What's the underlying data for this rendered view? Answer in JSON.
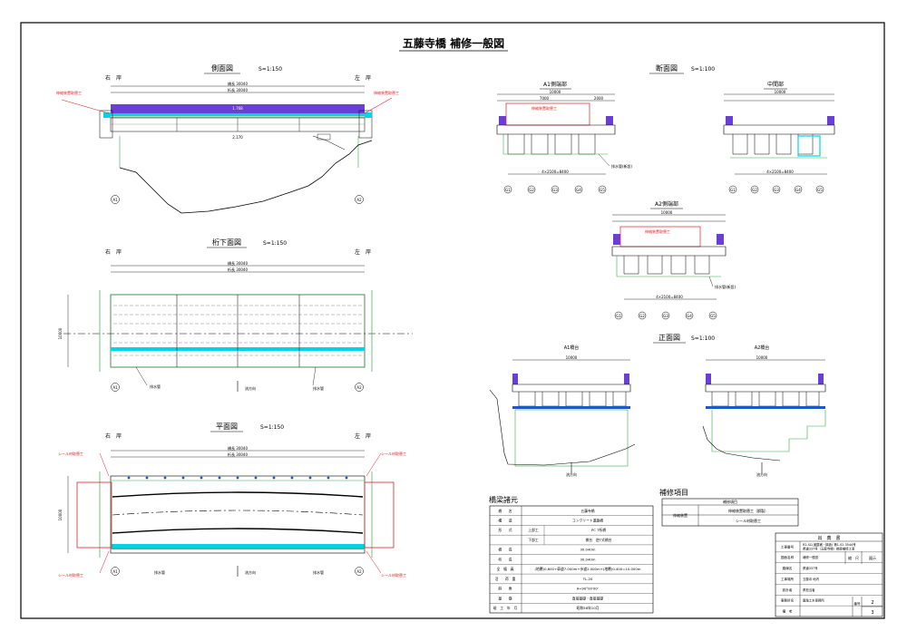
{
  "drawing": {
    "title": "五藤寺橋 補修一般図",
    "colors": {
      "deck": "#6a3fd6",
      "cyan": "#00d5e6",
      "red": "#e0202a",
      "green": "#3aa84a",
      "blue": "#1f57c8",
      "line": "#000000"
    },
    "side_view": {
      "title": "側面図",
      "scale": "S=1:150",
      "right_bank": "右　岸",
      "left_bank": "左　岸",
      "dim_total": "橋長 30040",
      "dim_girder": "桁長 30040",
      "slope_top": "1.768",
      "slope_bottom": "2.170",
      "note_left": "伸縮装置取替工",
      "note_right": "伸縮装置取替工",
      "pier_a1": "A1",
      "pier_a2": "A2"
    },
    "under_view": {
      "title": "桁下面図",
      "scale": "S=1:150",
      "right_bank": "右　岸",
      "left_bank": "左　岸",
      "dim_total": "橋長 30040",
      "dim_girder": "桁長 30040",
      "label_drain": "排水管",
      "label_flow": "流方向",
      "pier_a1": "A1",
      "pier_a2": "A2"
    },
    "plan_view": {
      "title": "平面図",
      "scale": "S=1:150",
      "right_bank": "右　岸",
      "left_bank": "左　岸",
      "dim_total": "橋長 30040",
      "dim_girder": "桁長 30040",
      "seal_l1": "シール材取替工",
      "seal_l2": "シール材取替工",
      "seal_r1": "シール材取替工",
      "seal_r2": "シール材取替工",
      "label_drain": "排水管",
      "label_flow": "流方向",
      "pier_a1": "A1",
      "pier_a2": "A2"
    },
    "section_view": {
      "title": "断面図",
      "scale": "S=1:100",
      "a1_title": "A1側端部",
      "mid_title": "中間部",
      "a2_title": "A2側端部",
      "dim_w": "10000",
      "dim_road": "7000",
      "dim_side": "2000",
      "repair_label": "伸縮装置取替工",
      "bottom_dim": "4×2100=8400",
      "note_drain": "排水管(新設)",
      "markers": [
        "G1",
        "G2",
        "G3",
        "G4",
        "G5"
      ]
    },
    "front_view": {
      "title": "正面図",
      "scale": "S=1:100",
      "a1_title": "A1橋台",
      "a2_title": "A2橋台",
      "dim_w": "10000",
      "flow": "流方向"
    },
    "specs": {
      "title": "橋梁諸元",
      "rows": [
        {
          "k": "橋　　名",
          "sub": "",
          "v": "五藤寺橋"
        },
        {
          "k": "構　　造",
          "sub": "",
          "v": "コンクリート道路橋"
        },
        {
          "k": "形　　式",
          "sub": "上部工",
          "v": "PC T桁橋"
        },
        {
          "k": "",
          "sub": "下部工",
          "v": "橋台　逆T式橋台"
        },
        {
          "k": "橋　　長",
          "sub": "",
          "v": "30.040m"
        },
        {
          "k": "桁　　長",
          "sub": "",
          "v": "30.040m"
        },
        {
          "k": "全　幅　員",
          "sub": "",
          "v": "(地覆)0.600+車道7.000m+歩道2.000m+(地覆)0.400=10.000m"
        },
        {
          "k": "活　　荷　重",
          "sub": "",
          "v": "TL-20"
        },
        {
          "k": "斜　　角",
          "sub": "",
          "v": "θ=90°00′00″"
        },
        {
          "k": "基　　礎",
          "sub": "",
          "v": "直接基礎・直接基礎"
        },
        {
          "k": "竣　工　年　月",
          "sub": "",
          "v": "昭和56年10月"
        }
      ]
    },
    "repair": {
      "title": "補修項目",
      "header": "補修項目",
      "group": "伸縮装置",
      "items": [
        "伸縮装置取替工（鋼製）",
        "シール材取替工"
      ]
    },
    "title_block": {
      "heading": "出　典　書",
      "rows": [
        {
          "k": "工事番号",
          "v": "R2-SC(道整補・構造) 第1-02-3544号\n県道337号（五藤寺橋）橋梁補修工事"
        },
        {
          "k": "図面名称",
          "v": "補修一般図"
        },
        {
          "k": "路線名",
          "v": "県道337号"
        },
        {
          "k": "工事場所",
          "v": "五藤寺 地内"
        },
        {
          "k": "設計者",
          "v": "県担当者"
        },
        {
          "k": "事務所名",
          "v": "鹿角土木事務所"
        },
        {
          "k": "備　考",
          "v": ""
        }
      ],
      "scale_label": "縮　尺",
      "scale_value": "図示",
      "sheet_label": "番号",
      "sheet_no": "2",
      "sheet_total": "3"
    }
  }
}
